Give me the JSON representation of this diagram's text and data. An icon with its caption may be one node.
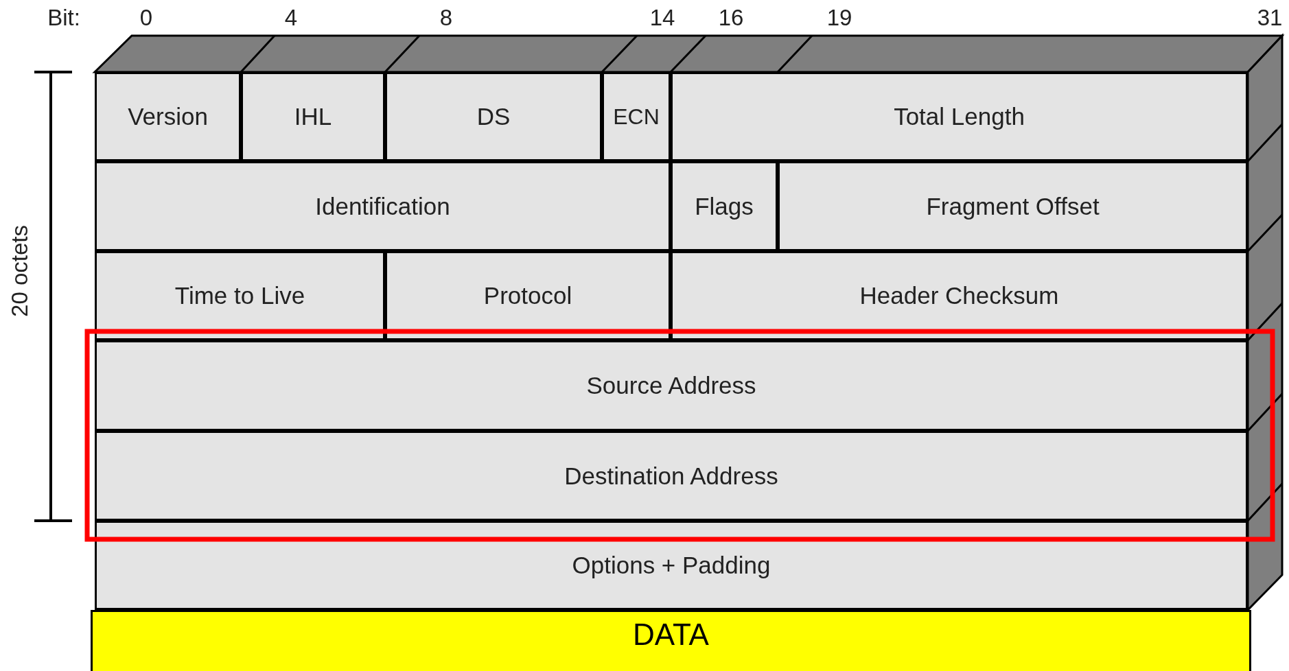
{
  "diagram": {
    "nodes": [
      {
        "text": [
          "Version"
        ]
      },
      {
        "text": [
          "IHL"
        ]
      },
      {
        "text": [
          "DS"
        ]
      },
      {
        "text": [
          "ECN"
        ]
      },
      {
        "text": [
          "Total Length"
        ]
      },
      {
        "text": [
          "Identification"
        ]
      },
      {
        "text": [
          "Flags"
        ]
      },
      {
        "text": [
          "Fragment Offset"
        ]
      },
      {
        "text": [
          "Time to Live"
        ]
      },
      {
        "text": [
          "Protocol"
        ]
      },
      {
        "text": [
          "Header Checksum"
        ]
      },
      {
        "text": [
          "Source Address"
        ]
      },
      {
        "text": [
          "Destination Address"
        ]
      },
      {
        "text": [
          "Options + Padding"
        ]
      },
      {
        "text": [
          "DATA"
        ]
      }
    ],
    "edges": [],
    "labels": [
      "Bit:",
      "0",
      "4",
      "8",
      "14",
      "16",
      "19",
      "31",
      "20 octets"
    ]
  }
}
